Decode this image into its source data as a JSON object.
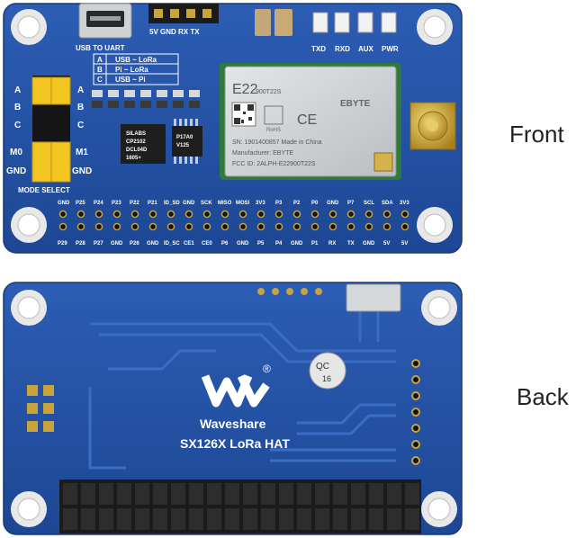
{
  "labels": {
    "front": "Front",
    "back": "Back"
  },
  "front_board": {
    "usb_label": "USB TO UART",
    "uart_header": "5V GND RX TX",
    "leds": [
      "TXD",
      "RXD",
      "AUX",
      "PWR"
    ],
    "mode_table": [
      {
        "key": "A",
        "value": "USB ~ LoRa"
      },
      {
        "key": "B",
        "value": "Pi ~ LoRa"
      },
      {
        "key": "C",
        "value": "USB ~ Pi"
      }
    ],
    "jumper_left": [
      "A",
      "B",
      "C",
      "M0",
      "GND"
    ],
    "jumper_right": [
      "A",
      "B",
      "C",
      "M1",
      "GND"
    ],
    "mode_select": "MODE SELECT",
    "cp2102_chip": [
      "SILABS",
      "CP2102",
      "DCL04D",
      "1605+"
    ],
    "small_chip": [
      "P17A0",
      "V125"
    ],
    "module": {
      "model": "E22",
      "model_sub": "900T22S",
      "brand": "EBYTE",
      "sn": "SN: 1901400857   Made in China",
      "manufacturer": "Manufacturer: EBYTE",
      "fcc": "FCC ID: 2ALPH-E22900T22S",
      "rohs": "RoHS",
      "ce": "CE"
    },
    "top_pins": [
      "GND",
      "P25",
      "P24",
      "P23",
      "P22",
      "P21",
      "ID_SD",
      "GND",
      "SCK",
      "MISO",
      "MOSI",
      "3V3",
      "P3",
      "P2",
      "P0",
      "GND",
      "P7",
      "SCL",
      "SDA",
      "3V3"
    ],
    "bottom_pins": [
      "P29",
      "P28",
      "P27",
      "GND",
      "P26",
      "GND",
      "ID_SC",
      "CE1",
      "CE0",
      "P6",
      "GND",
      "P5",
      "P4",
      "GND",
      "P1",
      "RX",
      "TX",
      "GND",
      "5V",
      "5V"
    ]
  },
  "back_board": {
    "brand": "Waveshare",
    "product": "SX126X LoRa HAT",
    "qc_text": "QC",
    "qc_number": "16",
    "registered": "®"
  },
  "colors": {
    "pcb_blue": "#1f4fa8",
    "pcb_edge": "#2b5cb8",
    "jumper_yellow": "#f2c521",
    "module_silver": "#cfd4d6",
    "header_black": "#1b1b1b",
    "gold": "#c9a43a"
  }
}
